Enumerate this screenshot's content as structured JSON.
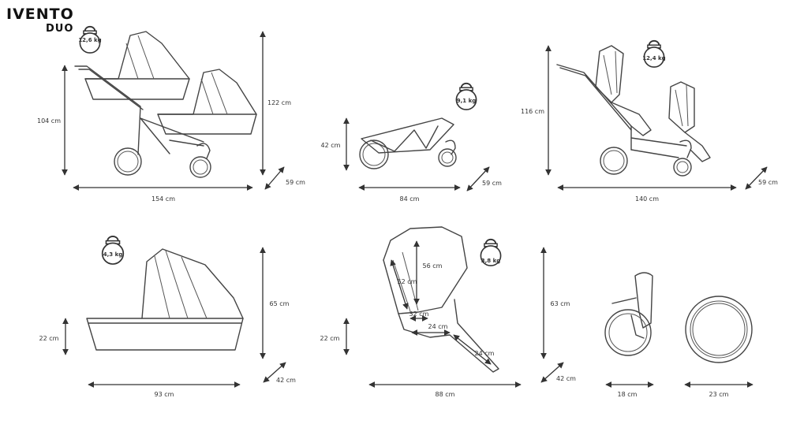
{
  "brand": {
    "name": "IVENTO",
    "subname": "DUO"
  },
  "panels": {
    "carrycots_on_frame": {
      "weight": "12,6 kg",
      "height": "104 cm",
      "height_total": "122 cm",
      "length": "154 cm",
      "width": "59 cm"
    },
    "folded_frame": {
      "weight": "9,1 kg",
      "height": "42 cm",
      "length": "84 cm",
      "width": "59 cm"
    },
    "seats_on_frame": {
      "weight": "12,4 kg",
      "height": "116 cm",
      "length": "140 cm",
      "width": "59 cm"
    },
    "carrycot": {
      "weight": "4,3 kg",
      "height": "22 cm",
      "height_total": "65 cm",
      "length": "93 cm",
      "width": "42 cm"
    },
    "seat_unit": {
      "weight": "3,8 kg",
      "back_length": "52 cm",
      "back_height": "56 cm",
      "seat_depth_a": "32 cm",
      "seat_depth_b": "24 cm",
      "legrest": "24 cm",
      "height": "22 cm",
      "height_total": "63 cm",
      "length": "88 cm",
      "width": "42 cm"
    },
    "front_wheel": {
      "width": "18 cm"
    },
    "rear_wheel": {
      "width": "23 cm"
    }
  }
}
